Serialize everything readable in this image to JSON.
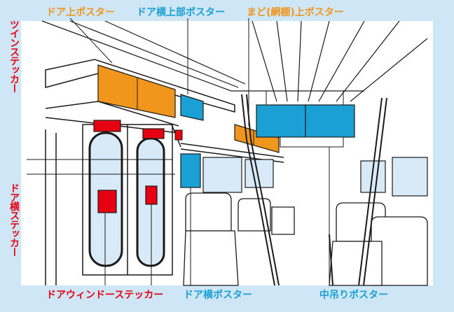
{
  "labels": {
    "door_top_poster": "ドア上ポスター",
    "door_side_top_poster": "ドア横上部ポスター",
    "rack_top_poster": "まど(網棚)上ポスター",
    "twin_sticker": "ツインステッカー",
    "door_side_sticker": "ドア横ステッカー",
    "door_window_sticker": "ドアウィンドーステッカー",
    "door_side_poster": "ドア横ポスター",
    "hanging_poster": "中吊りポスター"
  },
  "colors": {
    "background": "#cfe6f6",
    "orange": "#f0961c",
    "blue": "#1aa0d4",
    "red": "#e60012",
    "outline": "#1a1a1a",
    "window": "#d8eaf8"
  }
}
